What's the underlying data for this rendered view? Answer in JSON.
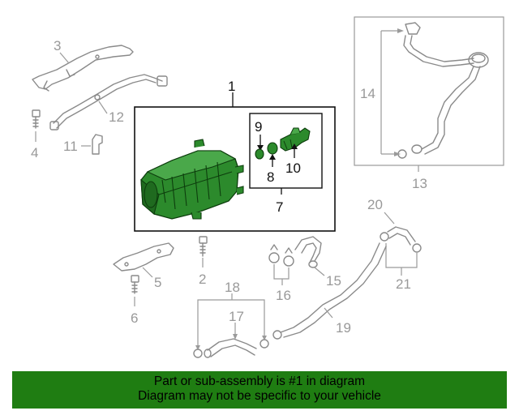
{
  "colors": {
    "banner_bg": "#1f7d12",
    "highlight": "#2c8a2c",
    "line_gray": "#8a8a8a",
    "label_gray": "#999999",
    "dark": "#111111"
  },
  "callouts": {
    "c1": "1",
    "c2": "2",
    "c3": "3",
    "c4": "4",
    "c5": "5",
    "c6": "6",
    "c7": "7",
    "c8": "8",
    "c9": "9",
    "c10": "10",
    "c11": "11",
    "c12": "12",
    "c13": "13",
    "c14": "14",
    "c15": "15",
    "c16": "16",
    "c17": "17",
    "c18": "18",
    "c19": "19",
    "c20": "20",
    "c21": "21"
  },
  "banner": {
    "line1": "Part or sub-assembly is #1 in diagram",
    "line2": "Diagram may not be specific to your vehicle"
  }
}
